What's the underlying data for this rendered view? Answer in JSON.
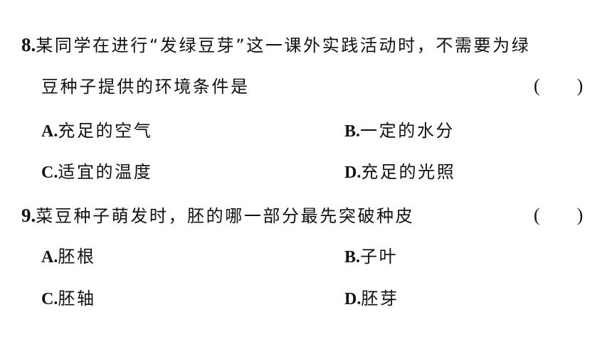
{
  "questions": [
    {
      "number": "8.",
      "stem_line1": "某同学在进行“发绿豆芽”这一课外实践活动时，不需要为绿",
      "stem_line2": "豆种子提供的环境条件是",
      "answer_bracket": "(　　)",
      "options": [
        {
          "letter": "A.",
          "text": "充足的空气"
        },
        {
          "letter": "B.",
          "text": "一定的水分"
        },
        {
          "letter": "C.",
          "text": "适宜的温度"
        },
        {
          "letter": "D.",
          "text": "充足的光照"
        }
      ]
    },
    {
      "number": "9.",
      "stem_line1": "菜豆种子萌发时，胚的哪一部分最先突破种皮",
      "answer_bracket": "(　　)",
      "options": [
        {
          "letter": "A.",
          "text": "胚根"
        },
        {
          "letter": "B.",
          "text": "子叶"
        },
        {
          "letter": "C.",
          "text": "胚轴"
        },
        {
          "letter": "D.",
          "text": "胚芽"
        }
      ]
    }
  ]
}
